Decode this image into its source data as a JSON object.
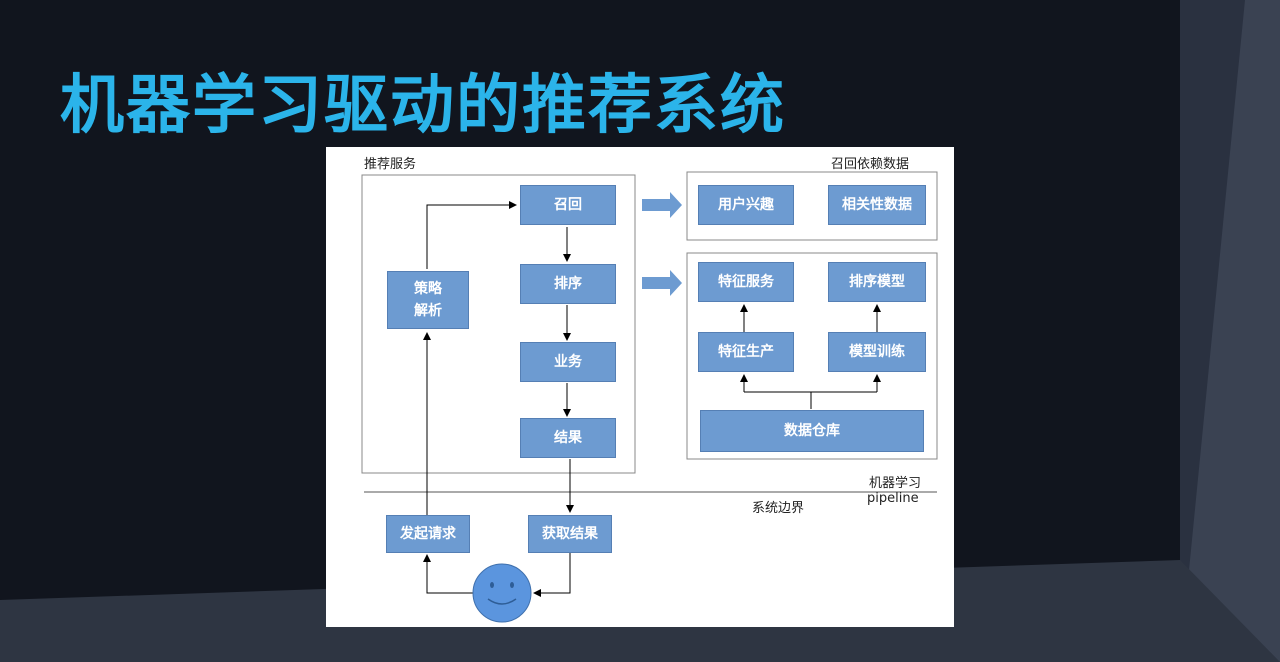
{
  "slide": {
    "title": "机器学习驱动的推荐系统"
  },
  "diagram": {
    "labels": {
      "recommend_service": "推荐服务",
      "recall_data": "召回依赖数据",
      "system_boundary": "系统边界",
      "ml_pipeline_line1": "机器学习",
      "ml_pipeline_line2": "pipeline"
    },
    "nodes": {
      "recall": "召回",
      "ranking": "排序",
      "business": "业务",
      "result": "结果",
      "strategy_parse": "策略\n解析",
      "send_request": "发起请求",
      "get_result": "获取结果",
      "user_interest": "用户兴趣",
      "relevance_data": "相关性数据",
      "feature_service": "特征服务",
      "ranking_model": "排序模型",
      "feature_production": "特征生产",
      "model_training": "模型训练",
      "data_warehouse": "数据仓库"
    },
    "colors": {
      "node_fill": "#6d9bd1",
      "node_border": "#557fb4",
      "title": "#2bb4ea",
      "smiley": "#5b95de"
    }
  }
}
